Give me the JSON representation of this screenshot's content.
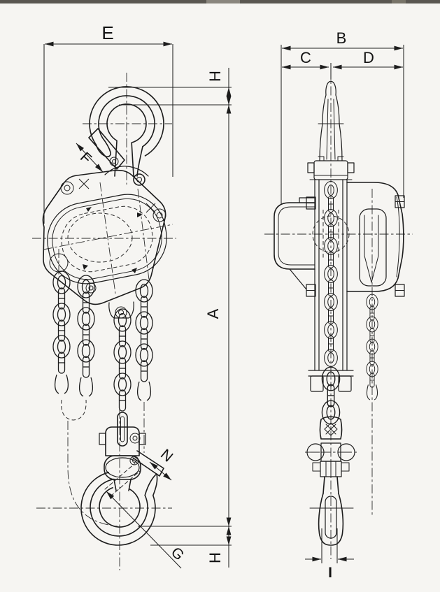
{
  "drawing": {
    "type": "technical-dimension-drawing",
    "views": {
      "front": "front view",
      "side": "side view"
    },
    "dimension_labels": {
      "e": "E",
      "h_top": "H",
      "f": "F",
      "a": "A",
      "n": "N",
      "g": "G",
      "h_bottom": "H",
      "b": "B",
      "c": "C",
      "d": "D",
      "i": "I"
    },
    "colors": {
      "line": "#1c1c1c",
      "background": "#f6f5f2",
      "scan_bar": "#5a5751"
    }
  }
}
